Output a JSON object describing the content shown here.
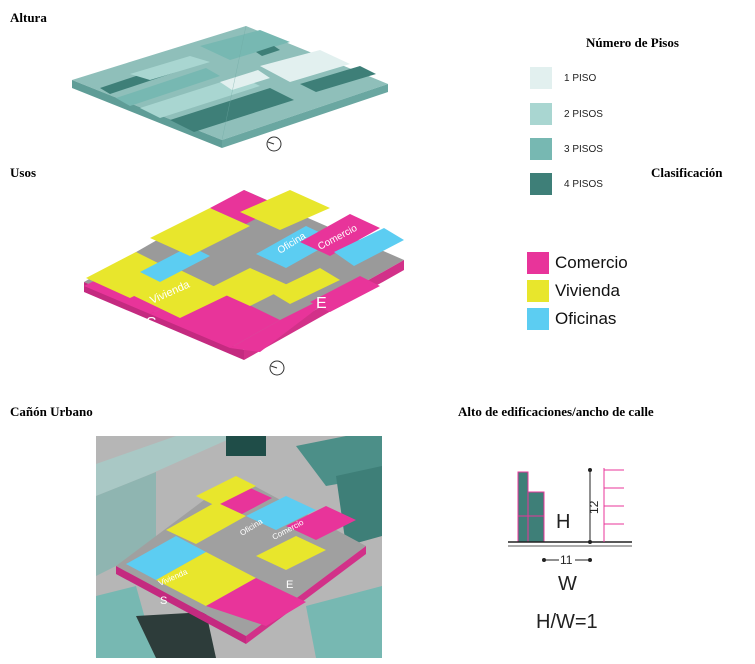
{
  "headings": {
    "altura": "Altura",
    "usos": "Usos",
    "canon": "Cañón Urbano",
    "numero_pisos": "Número de Pisos",
    "clasificacion": "Clasificación",
    "alto_ancho": "Alto de edificaciones/ancho de calle"
  },
  "pisos_legend": [
    {
      "label": "1 PISO",
      "color": "#e2f0ef"
    },
    {
      "label": "2 PISOS",
      "color": "#a9d6d1"
    },
    {
      "label": "3 PISOS",
      "color": "#77b8b2"
    },
    {
      "label": "4 PISOS",
      "color": "#3e7f78"
    }
  ],
  "clasificacion_legend": [
    {
      "label": "Comercio",
      "color": "#e8349a"
    },
    {
      "label": "Vivienda",
      "color": "#e8e62c"
    },
    {
      "label": "Oficinas",
      "color": "#5ccdf2"
    }
  ],
  "usos_labels": {
    "oficina": "Oficina",
    "comercio": "Comercio",
    "vivienda": "Vivienda",
    "s": "S",
    "e": "E"
  },
  "hw_diagram": {
    "h_label": "H",
    "h_value": "12",
    "w_label": "W",
    "w_value": "11",
    "ratio": "H/W=1"
  }
}
